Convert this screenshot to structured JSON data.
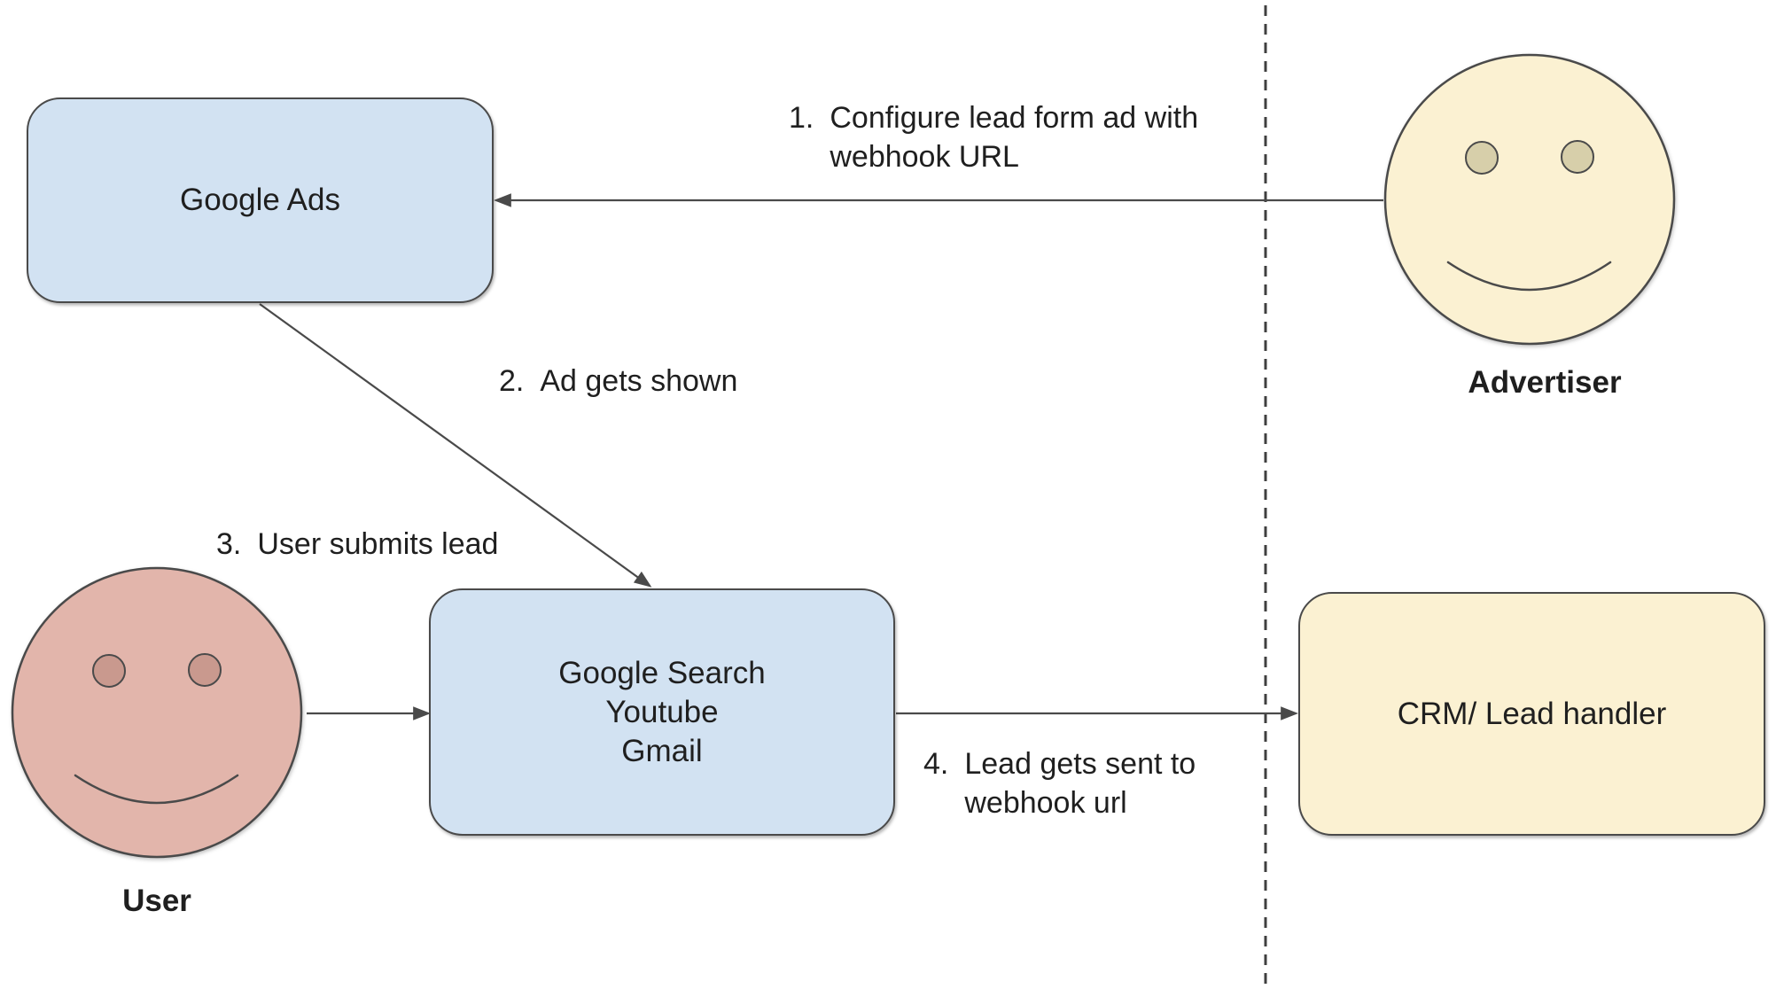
{
  "colors": {
    "node_blue_fill": "#d2e2f2",
    "node_yellow_fill": "#fbf1d2",
    "user_face_fill": "#e2b5ab",
    "user_eye_fill": "#c9998e",
    "advertiser_eye_fill": "#d7cfaa",
    "shape_border": "#4a4a4a",
    "arrow_color": "#4a4a4a",
    "dashed_line_color": "#3f3f3f",
    "text_color": "#1f1f1f"
  },
  "nodes": {
    "google_ads": {
      "label": "Google Ads"
    },
    "google_surfaces": {
      "lines": [
        "Google Search",
        "Youtube",
        "Gmail"
      ]
    },
    "crm": {
      "label": "CRM/ Lead handler"
    }
  },
  "actors": {
    "advertiser": {
      "label": "Advertiser"
    },
    "user": {
      "label": "User"
    }
  },
  "steps": [
    {
      "num": "1.",
      "lines": [
        "Configure lead form ad with",
        "webhook URL"
      ]
    },
    {
      "num": "2.",
      "lines": [
        "Ad gets shown"
      ]
    },
    {
      "num": "3.",
      "lines": [
        "User submits lead"
      ]
    },
    {
      "num": "4.",
      "lines": [
        "Lead gets sent to",
        "webhook url"
      ]
    }
  ]
}
